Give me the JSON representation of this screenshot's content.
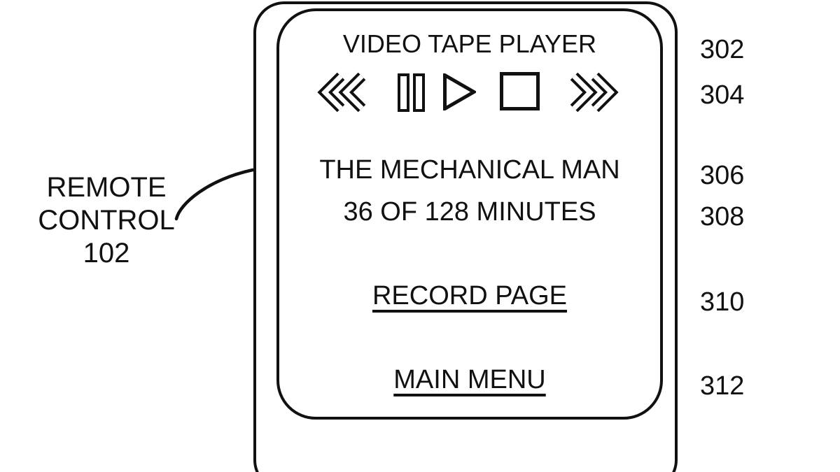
{
  "figure": {
    "device_label": {
      "line1": "REMOTE",
      "line2": "CONTROL",
      "ref_num": "102"
    },
    "screen": {
      "title": "VIDEO TAPE PLAYER",
      "transport": [
        {
          "name": "rewind"
        },
        {
          "name": "pause"
        },
        {
          "name": "play"
        },
        {
          "name": "stop"
        },
        {
          "name": "fast-forward"
        }
      ],
      "now_playing": "THE MECHANICAL MAN",
      "progress": "36 OF 128 MINUTES",
      "record_link": "RECORD PAGE",
      "menu_link": "MAIN MENU"
    },
    "references": [
      "302",
      "304",
      "306",
      "308",
      "310",
      "312"
    ],
    "colors": {
      "ink": "#111111",
      "background": "#ffffff"
    }
  }
}
